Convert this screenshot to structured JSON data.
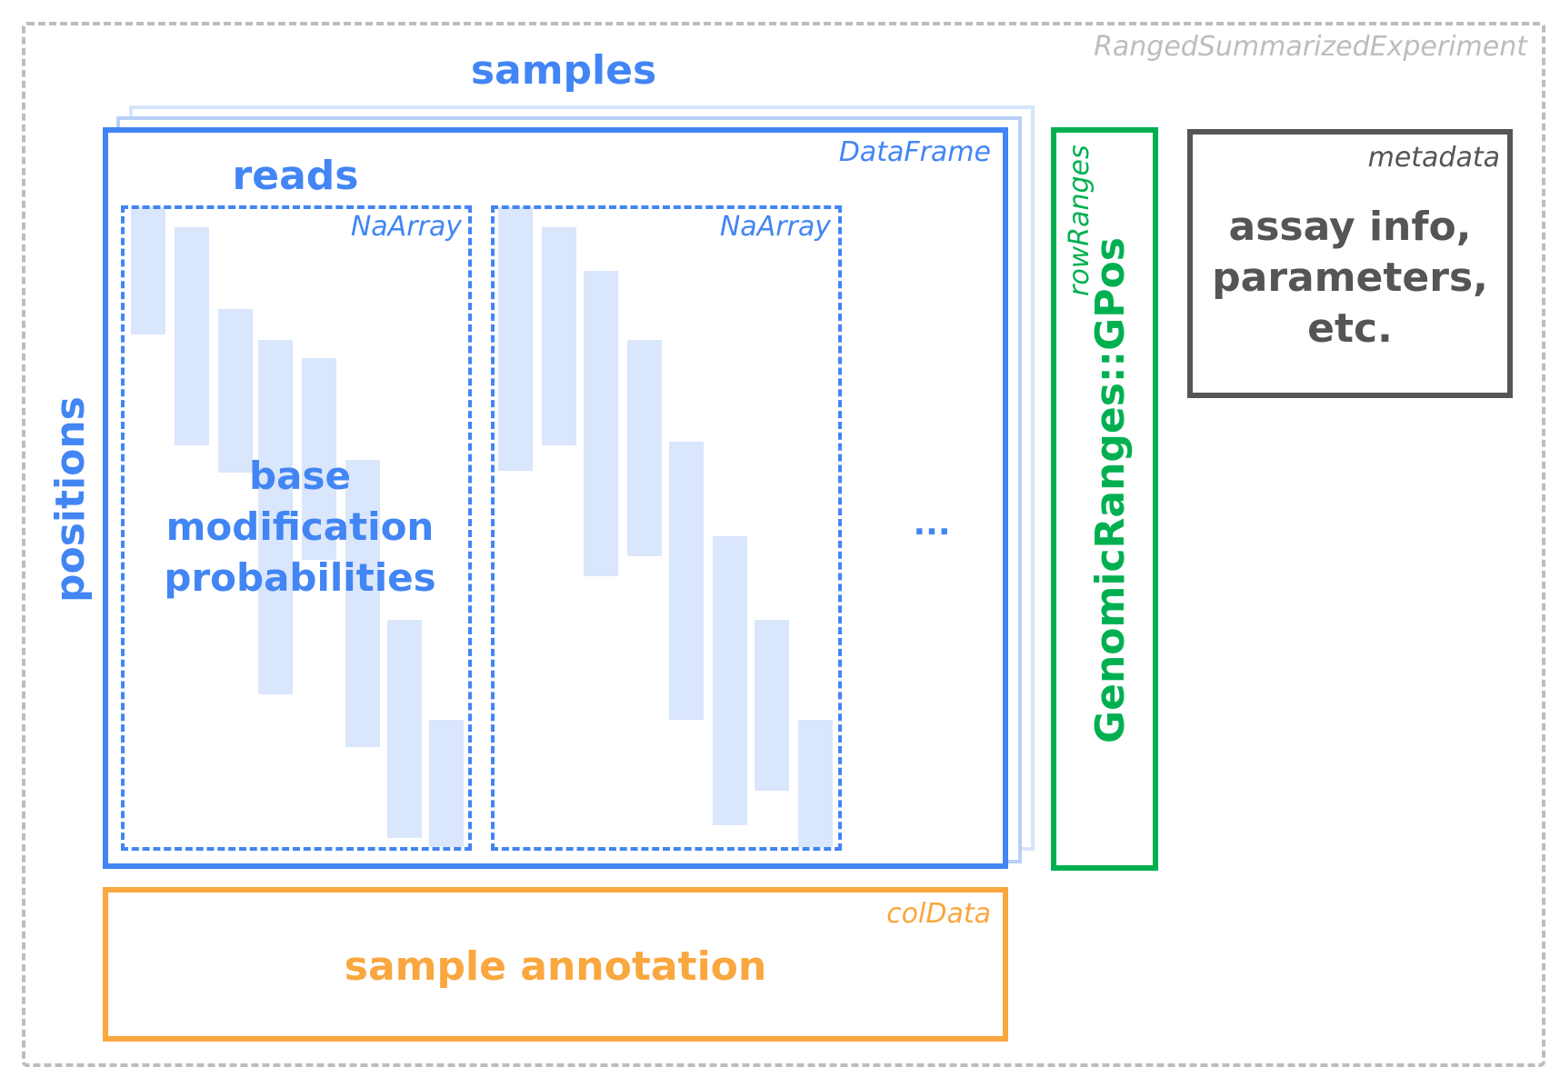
{
  "container": {
    "label": "RangedSummarizedExperiment",
    "border_color": "#bdbdbd"
  },
  "assays": {
    "title": "samples",
    "dataframe_label": "DataFrame",
    "reads_label": "reads",
    "positions_label": "positions",
    "na_array_labels": [
      "NaArray",
      "NaArray"
    ],
    "body_lines": [
      "base",
      "modification",
      "probabilities"
    ],
    "ellipsis": "...",
    "color": "#4285f4",
    "light_color": "#dae6fb"
  },
  "rowRanges": {
    "label": "rowRanges",
    "value": "GenomicRanges::GPos",
    "color": "#00b050"
  },
  "metadata": {
    "label": "metadata",
    "lines": [
      "assay info,",
      "parameters,",
      "etc."
    ],
    "color": "#555555"
  },
  "colData": {
    "label": "colData",
    "value": "sample annotation",
    "color": "#f9a73e"
  }
}
